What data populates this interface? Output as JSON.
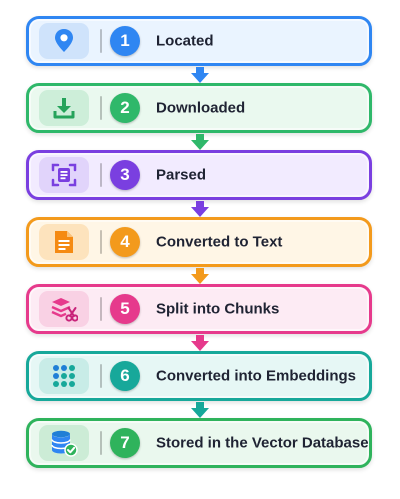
{
  "steps": [
    {
      "number": "1",
      "label": "Located",
      "icon": "location-pin-icon",
      "color": "#2f86f2",
      "bg": "#eaf4ff",
      "tile": "#cfe3fb"
    },
    {
      "number": "2",
      "label": "Downloaded",
      "icon": "download-icon",
      "color": "#2fb86a",
      "bg": "#eaf9ef",
      "tile": "#cdeed9"
    },
    {
      "number": "3",
      "label": "Parsed",
      "icon": "scan-document-icon",
      "color": "#7a3fe0",
      "bg": "#f2ebff",
      "tile": "#e1d4fb"
    },
    {
      "number": "4",
      "label": "Converted to Text",
      "icon": "text-document-icon",
      "color": "#f39a1c",
      "bg": "#fff6e6",
      "tile": "#fde3bd"
    },
    {
      "number": "5",
      "label": "Split into Chunks",
      "icon": "split-layers-icon",
      "color": "#e63a8c",
      "bg": "#fdebf4",
      "tile": "#f9d1e4"
    },
    {
      "number": "6",
      "label": "Converted into Embeddings",
      "icon": "dot-grid-icon",
      "color": "#17a89a",
      "bg": "#e6f7f5",
      "tile": "#c8ece7"
    },
    {
      "number": "7",
      "label": "Stored in the Vector Database",
      "icon": "database-check-icon",
      "color": "#2fb35c",
      "bg": "#eaf8ee",
      "tile": "#ccecd6"
    }
  ]
}
